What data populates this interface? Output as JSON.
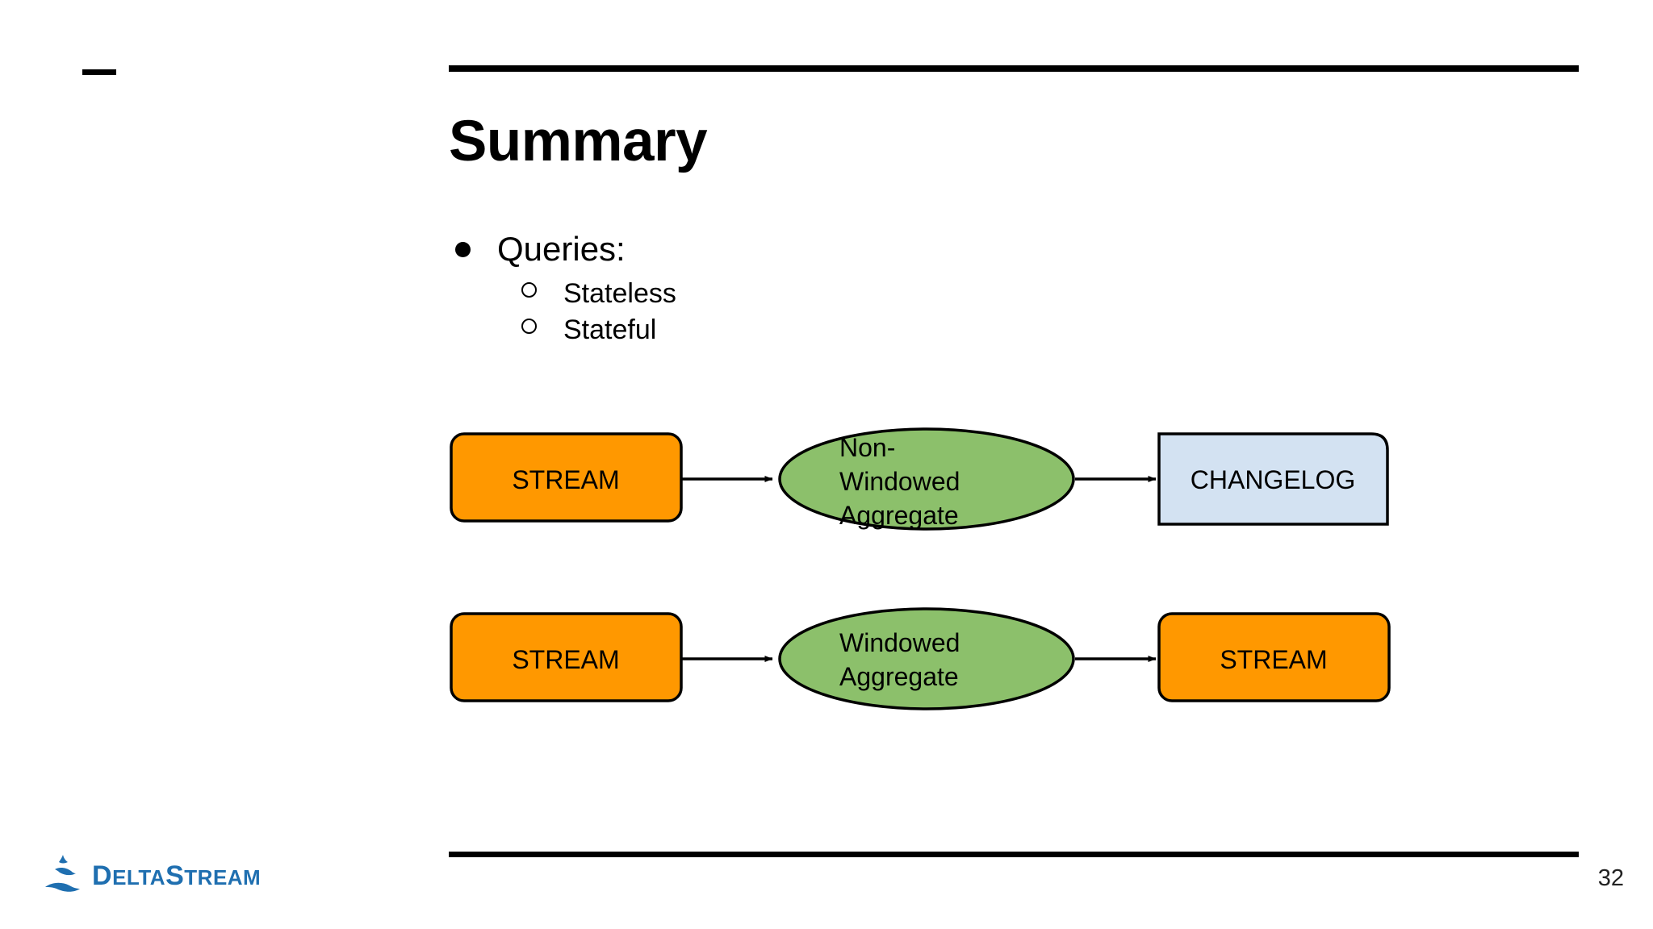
{
  "slide": {
    "title": "Summary",
    "page_number": "32"
  },
  "bullets": {
    "level1": [
      {
        "text": "Queries:",
        "marker": "filled-bullet"
      }
    ],
    "level2": [
      {
        "text": "Stateless",
        "marker": "hollow-bullet"
      },
      {
        "text": "Stateful",
        "marker": "hollow-bullet"
      }
    ]
  },
  "diagram": {
    "type": "flow",
    "rows": [
      {
        "name": "stateless-flow",
        "nodes": [
          {
            "id": "stream-in-1",
            "label": "STREAM",
            "shape": "rounded-rect",
            "fill": "#FF9800"
          },
          {
            "id": "agg-1",
            "label": "Non-\nWindowed\nAggregate",
            "shape": "ellipse",
            "fill": "#8CC06B"
          },
          {
            "id": "changelog-1",
            "label": "CHANGELOG",
            "shape": "rect-tr-round",
            "fill": "#D3E2F2"
          }
        ],
        "edges": [
          {
            "from": "stream-in-1",
            "to": "agg-1"
          },
          {
            "from": "agg-1",
            "to": "changelog-1"
          }
        ]
      },
      {
        "name": "stateful-flow",
        "nodes": [
          {
            "id": "stream-in-2",
            "label": "STREAM",
            "shape": "rounded-rect",
            "fill": "#FF9800"
          },
          {
            "id": "agg-2",
            "label": "Windowed\nAggregate",
            "shape": "ellipse",
            "fill": "#8CC06B"
          },
          {
            "id": "stream-out-2",
            "label": "STREAM",
            "shape": "rounded-rect",
            "fill": "#FF9800"
          }
        ],
        "edges": [
          {
            "from": "stream-in-2",
            "to": "agg-2"
          },
          {
            "from": "agg-2",
            "to": "stream-out-2"
          }
        ]
      }
    ],
    "labels": {
      "stream_in_1": "STREAM",
      "agg_1_line1": "Non-",
      "agg_1_line2": "Windowed",
      "agg_1_line3": "Aggregate",
      "changelog_1": "CHANGELOG",
      "stream_in_2": "STREAM",
      "agg_2_line1": "Windowed",
      "agg_2_line2": "Aggregate",
      "stream_out_2": "STREAM"
    }
  },
  "logo": {
    "word_delta_d": "D",
    "word_delta_rest": "ELTA",
    "word_stream_s": "S",
    "word_stream_rest": "TREAM",
    "color": "#1f6fb0"
  },
  "colors": {
    "stream_orange": "#FF9800",
    "aggregate_green": "#8CC06B",
    "changelog_blue": "#D3E2F2",
    "stroke": "#000000",
    "logo_blue": "#1f6fb0"
  }
}
